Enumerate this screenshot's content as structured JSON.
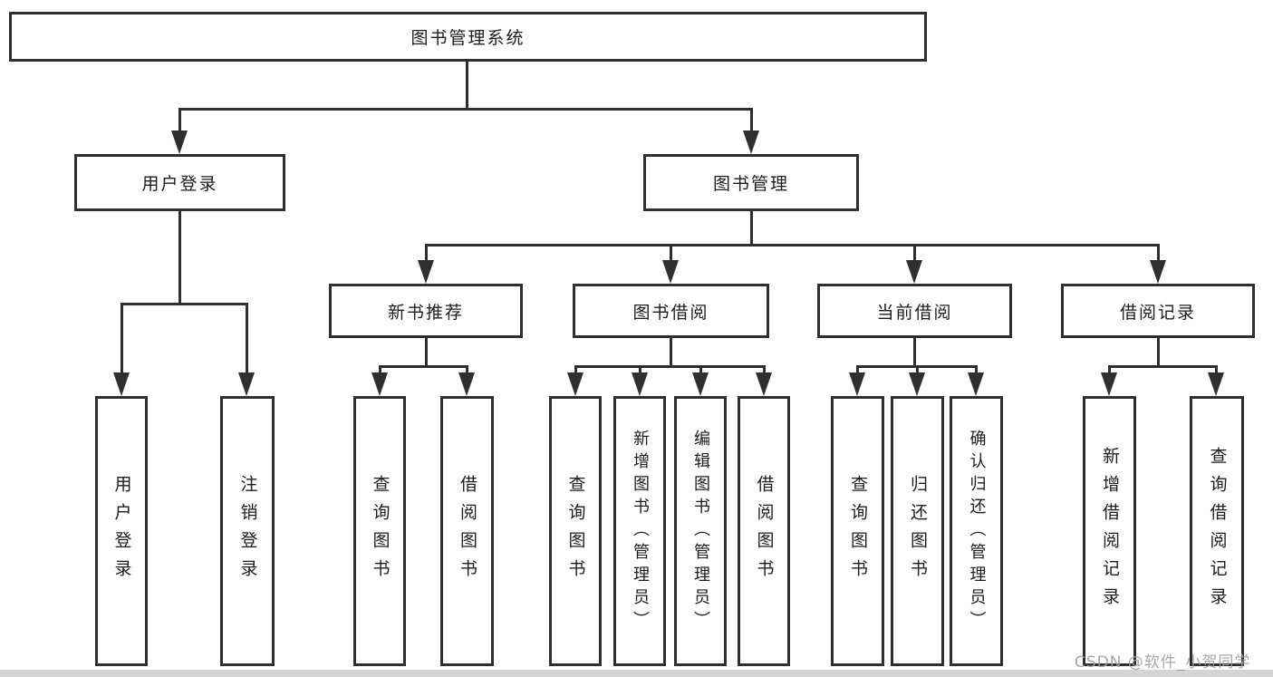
{
  "diagram": {
    "root": {
      "label": "图书管理系统"
    },
    "level2": {
      "user": {
        "label": "用户登录"
      },
      "book": {
        "label": "图书管理"
      }
    },
    "level3": {
      "new_book": {
        "label": "新书推荐"
      },
      "borrow": {
        "label": "图书借阅"
      },
      "current": {
        "label": "当前借阅"
      },
      "records": {
        "label": "借阅记录"
      }
    },
    "leaves": {
      "user_login": "用户登录",
      "logout": "注销登录",
      "nb_query": "查询图书",
      "nb_borrow": "借阅图书",
      "bb_query": "查询图书",
      "bb_add": "新增图书（管理员）",
      "bb_edit": "编辑图书（管理员）",
      "bb_borrow": "借阅图书",
      "cb_query": "查询图书",
      "cb_return": "归还图书",
      "cb_confirm": "确认归还（管理员）",
      "rec_add": "新增借阅记录",
      "rec_query": "查询借阅记录"
    }
  },
  "watermark": "CSDN @软件_小贺同学",
  "colors": {
    "line": "#2f2f2f",
    "text": "#1c1c1c",
    "watermark": "#a0a0a0",
    "bottom_strip": "#d4d4d4",
    "background": "#ffffff"
  }
}
